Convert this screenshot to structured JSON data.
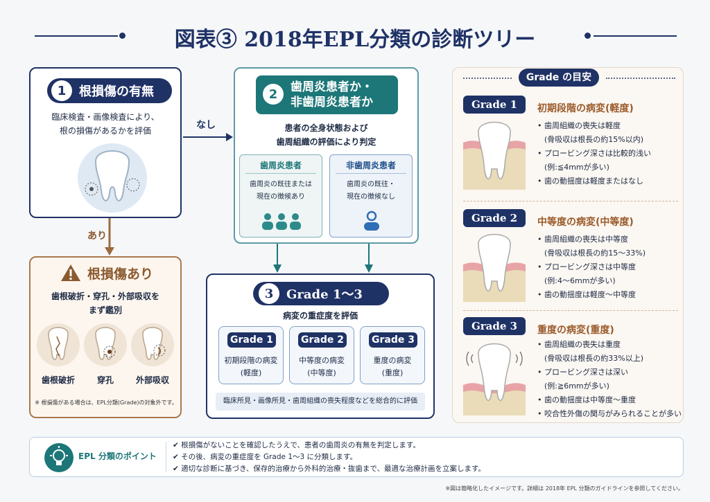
{
  "title": "図表③ 2018年EPL分類の診断ツリー",
  "step1": {
    "num": "1",
    "title": "根損傷の有無",
    "desc1": "臨床検査・画像検査により、",
    "desc2": "根の損傷があるかを評価"
  },
  "arrow_none": "なし",
  "arrow_yes": "あり",
  "step2": {
    "num": "2",
    "title1": "歯周炎患者か・",
    "title2": "非歯周炎患者か",
    "desc1": "患者の全身状態および",
    "desc2": "歯周組織の評価により判定",
    "perio": {
      "label": "歯周炎患者",
      "desc1": "歯周炎の既往または",
      "desc2": "現在の徴候あり"
    },
    "nonperio": {
      "label": "非歯周炎患者",
      "desc1": "歯周炎の既往・",
      "desc2": "現在の徴候なし"
    }
  },
  "root": {
    "title": "根損傷あり",
    "desc1": "歯根破折・穿孔・外部吸収を",
    "desc2": "まず鑑別",
    "items": [
      "歯根破折",
      "穿孔",
      "外部吸収"
    ],
    "note": "※ 根損傷がある場合は、EPL分類(Grade)の対象外です。"
  },
  "step3": {
    "num": "3",
    "title": "Grade 1〜3",
    "desc": "病変の重症度を評価",
    "grades": [
      {
        "label": "Grade 1",
        "d1": "初期段階の病変",
        "d2": "(軽度)"
      },
      {
        "label": "Grade 2",
        "d1": "中等度の病変",
        "d2": "(中等度)"
      },
      {
        "label": "Grade 3",
        "d1": "重度の病変",
        "d2": "(重度)"
      }
    ],
    "footer": "臨床所見・画像所見・歯周組織の喪失程度などを総合的に評価"
  },
  "guide": {
    "heading": "Grade の目安",
    "items": [
      {
        "label": "Grade 1",
        "title": "初期段階の病変(軽度)",
        "lines": [
          "• 歯周組織の喪失は軽度",
          "(骨吸収は根長の約15%以内)",
          "• プロービング深さは比較的浅い",
          "(例:≦4mmが多い)",
          "• 歯の動揺度は軽度またはなし"
        ]
      },
      {
        "label": "Grade 2",
        "title": "中等度の病変(中等度)",
        "lines": [
          "• 歯周組織の喪失は中等度",
          "(骨吸収は根長の約15〜33%)",
          "• プロービング深さは中等度",
          "(例:4〜6mmが多い)",
          "• 歯の動揺度は軽度〜中等度"
        ]
      },
      {
        "label": "Grade 3",
        "title": "重度の病変(重度)",
        "lines": [
          "• 歯周組織の喪失は重度",
          "(骨吸収は根長の約33%以上)",
          "• プロービング深さは深い",
          "(例:≧6mmが多い)",
          "• 歯の動揺度は中等度〜重度",
          "• 咬合性外傷の関与がみられることが多い"
        ]
      }
    ]
  },
  "point": {
    "label": "EPL 分類のポイント",
    "lines": [
      "✔ 根損傷がないことを確認したうえで、患者の歯周炎の有無を判定します。",
      "✔ その後、病変の重症度を Grade 1〜3 に分類します。",
      "✔ 適切な診断に基づき、保存的治療から外科的治療・抜歯まで、最適な治療計画を立案します。"
    ]
  },
  "credit": "※図は簡略化したイメージです。詳細は 2018年 EPL 分類のガイドラインを参照してください。"
}
